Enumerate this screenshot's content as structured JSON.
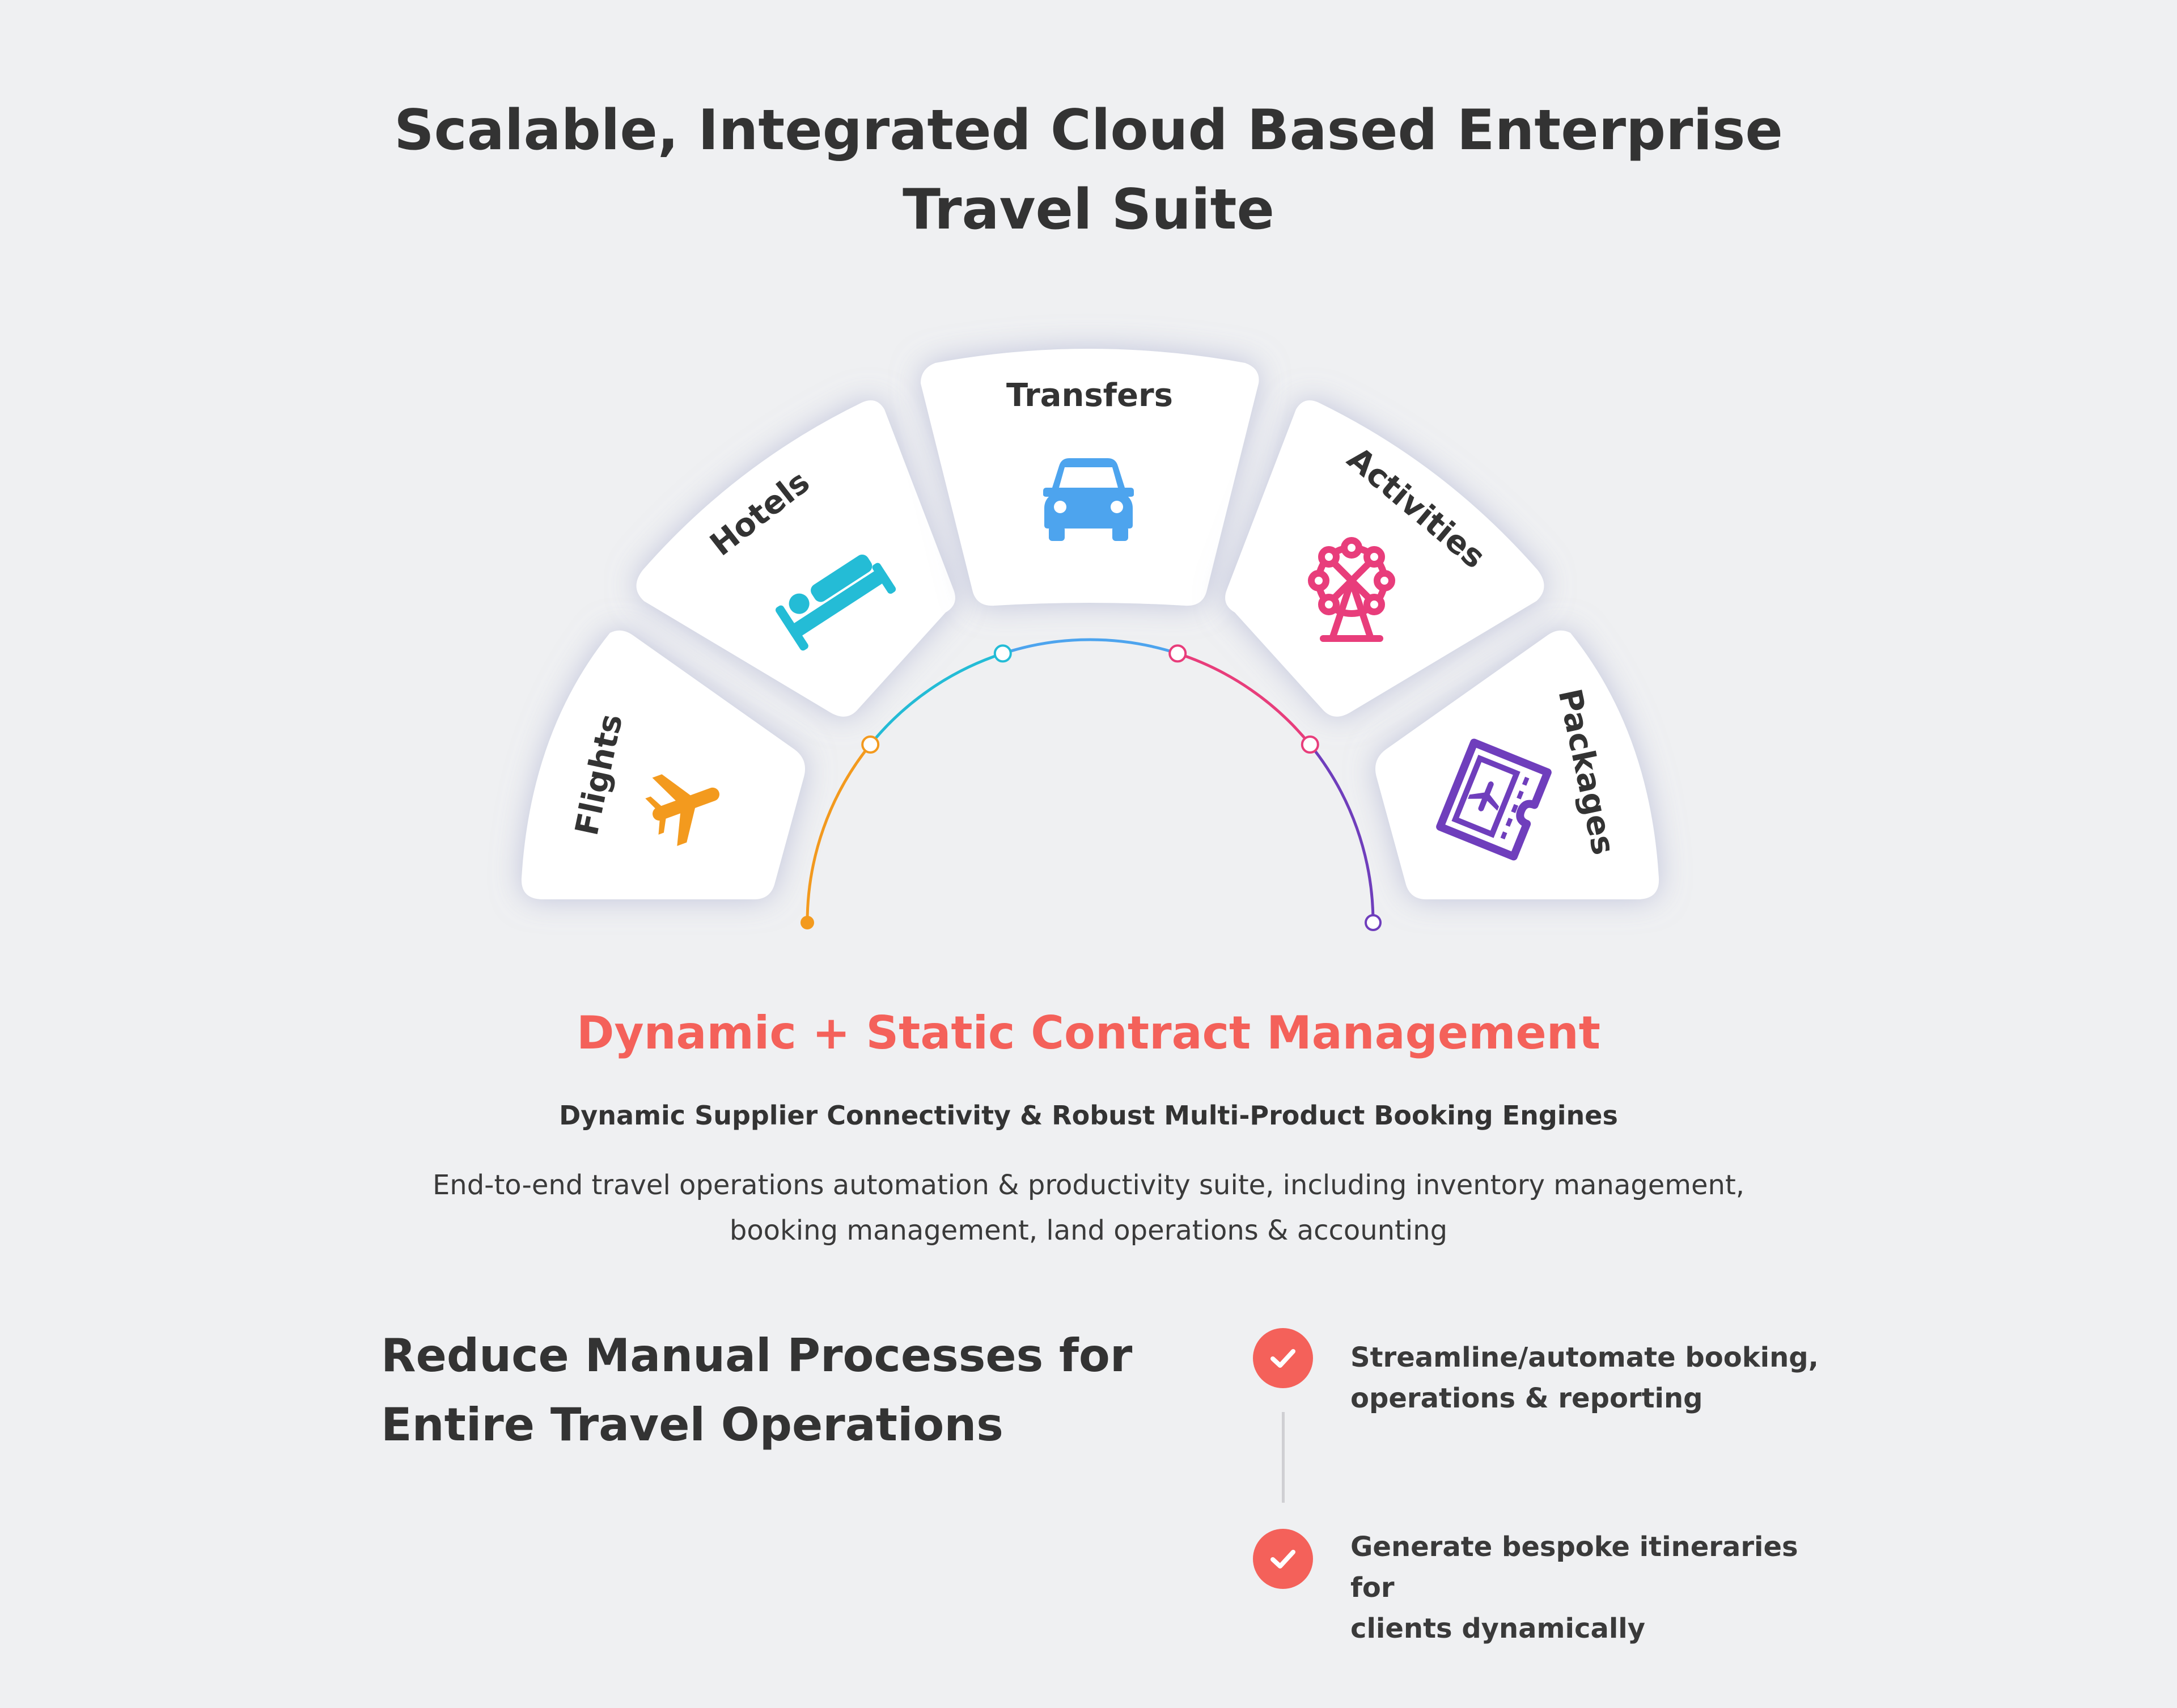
{
  "title_lines": [
    "Scalable, Integrated Cloud Based Enterprise",
    "Travel Suite"
  ],
  "segments": [
    {
      "label": "Flights",
      "icon": "plane-icon",
      "color": "#f39a1e"
    },
    {
      "label": "Hotels",
      "icon": "bed-icon",
      "color": "#24bcd6"
    },
    {
      "label": "Transfers",
      "icon": "car-icon",
      "color": "#4da4ee"
    },
    {
      "label": "Activities",
      "icon": "ferris-wheel-icon",
      "color": "#e83d7b"
    },
    {
      "label": "Packages",
      "icon": "ticket-icon",
      "color": "#6f3ebc"
    }
  ],
  "arc_colors": [
    "#f39a1e",
    "#24bcd6",
    "#4da4ee",
    "#e83d7b",
    "#6f3ebc"
  ],
  "heading": "Dynamic + Static Contract Management",
  "tagline": "Dynamic Supplier Connectivity & Robust Multi-Product Booking Engines",
  "description_lines": [
    "End-to-end travel operations automation & productivity suite, including inventory management,",
    "booking management, land operations & accounting"
  ],
  "reduce_lines": [
    "Reduce Manual Processes for",
    "Entire Travel Operations"
  ],
  "features": [
    {
      "lines": [
        "Streamline/automate booking,",
        "operations & reporting"
      ]
    },
    {
      "lines": [
        "Generate bespoke itineraries for",
        "clients dynamically"
      ]
    }
  ],
  "accent_color": "#f4615a"
}
